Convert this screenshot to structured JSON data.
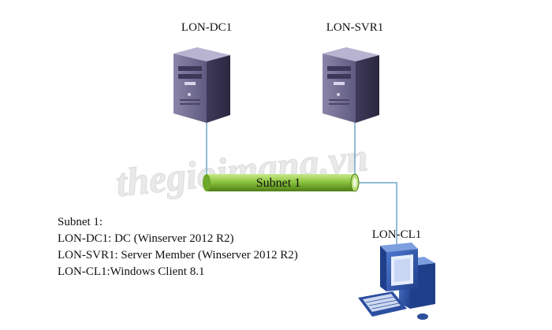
{
  "watermark": "thegioimang.vn",
  "nodes": {
    "dc1": {
      "label": "LON-DC1",
      "type": "server"
    },
    "svr1": {
      "label": "LON-SVR1",
      "type": "server"
    },
    "cl1": {
      "label": "LON-CL1",
      "type": "workstation"
    }
  },
  "bus": {
    "label": "Subnet 1",
    "color": "#8cc63f"
  },
  "notes": {
    "heading": "Subnet 1:",
    "lines": [
      "LON-DC1: DC (Winserver 2012 R2)",
      "LON-SVR1: Server Member (Winserver 2012 R2)",
      "LON-CL1:Windows Client 8.1"
    ]
  },
  "colors": {
    "server_body": "#5a5478",
    "link": "#6fa8c8",
    "workstation": "#2a4fa0"
  }
}
